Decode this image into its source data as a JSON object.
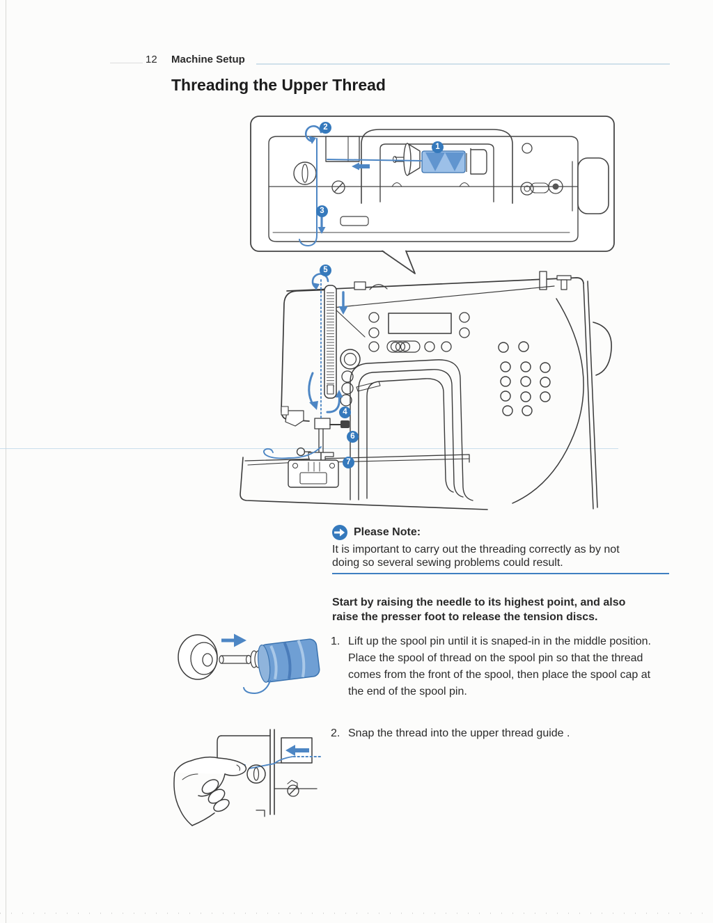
{
  "page": {
    "number": "12",
    "section": "Machine Setup",
    "title": "Threading the Upper Thread"
  },
  "note": {
    "label": "Please Note:",
    "lines": [
      "It is important to carry out the threading correctly as by not",
      "doing so several sewing problems could result."
    ]
  },
  "instructions": {
    "intro_lines": [
      "Start by raising the needle to its highest point, and also",
      "raise the presser foot to release the tension discs."
    ],
    "steps": [
      {
        "num": "1.",
        "lines": [
          "Lift up the spool pin until it is snaped-in in the middle position.",
          "Place the spool of thread on the spool pin so that the thread",
          "comes from the front of the spool, then place the spool cap at",
          "the end of the spool pin."
        ]
      },
      {
        "num": "2.",
        "lines": [
          "Snap the thread into the upper thread guide ."
        ]
      }
    ]
  },
  "diagram": {
    "markers": {
      "m1": "1",
      "m2": "2",
      "m3": "3",
      "m4": "4",
      "m5": "5",
      "m6": "6",
      "m7": "7"
    }
  },
  "colors": {
    "marker_blue": "#3579bc",
    "thread_blue": "#4d86c4",
    "note_rule_blue": "#3f7fc1",
    "line_ink": "#3a3a3a"
  }
}
